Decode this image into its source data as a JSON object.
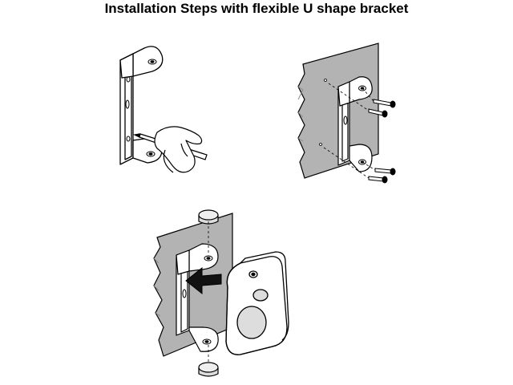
{
  "title": "Installation Steps with flexible U shape bracket",
  "steps": [
    {
      "name": "mark-holes"
    },
    {
      "name": "screw-bracket-to-wall"
    },
    {
      "name": "attach-speaker"
    }
  ],
  "colors": {
    "wall": "#b3b3b3",
    "wall_hatch": "#8c8c8c",
    "line": "#000000",
    "white": "#ffffff",
    "arrow": "#111111"
  }
}
